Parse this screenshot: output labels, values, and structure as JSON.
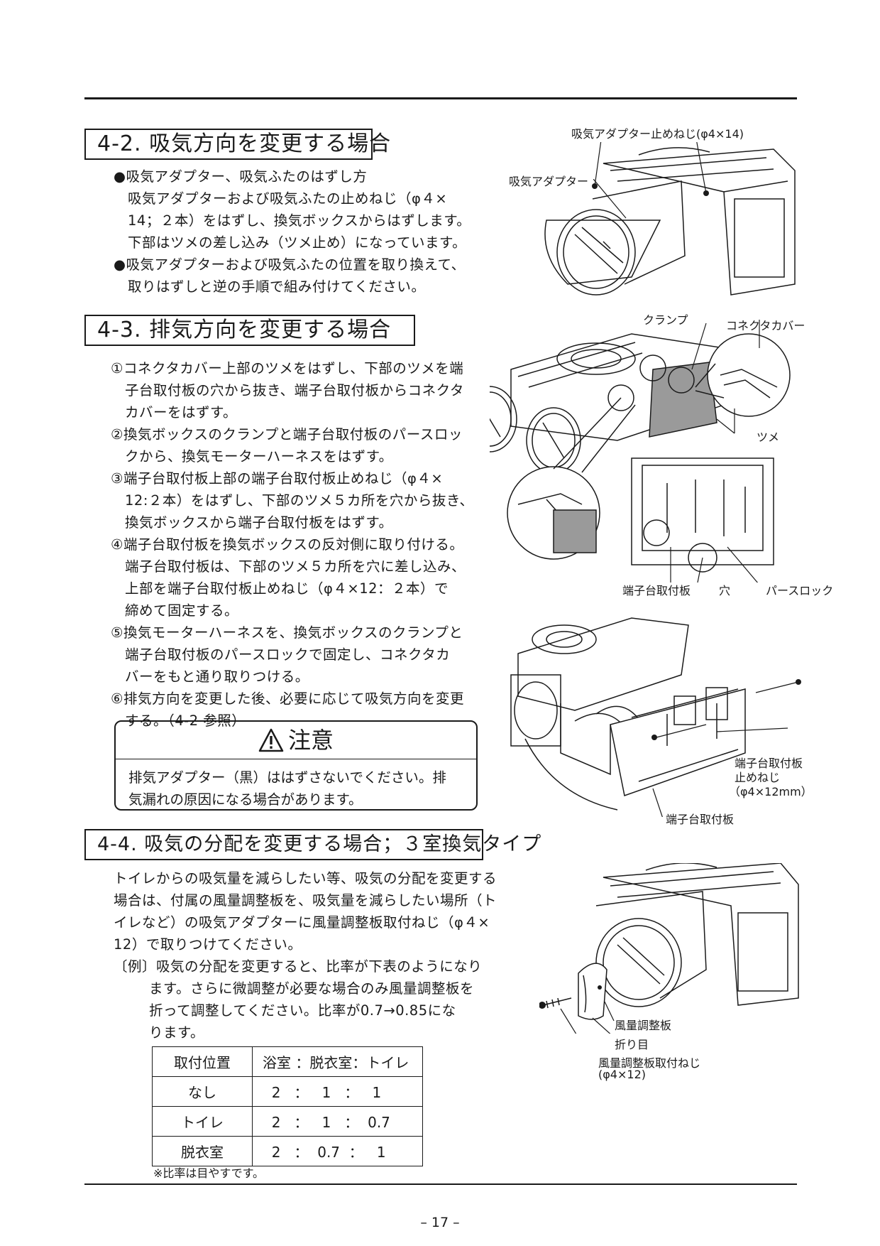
{
  "section_4_2": {
    "title": "4-2. 吸気方向を変更する場合",
    "lines": [
      "●吸気アダプター、吸気ふたのはずし方",
      "吸気アダプターおよび吸気ふたの止めねじ（φ４×",
      "14；２本）をはずし、換気ボックスからはずします。",
      "下部はツメの差し込み（ツメ止め）になっています。",
      "●吸気アダプターおよび吸気ふたの位置を取り換えて、",
      "取りはずしと逆の手順で組み付けてください。"
    ]
  },
  "section_4_3": {
    "title": "4-3. 排気方向を変更する場合",
    "lines": [
      "①コネクタカバー上部のツメをはずし、下部のツメを端",
      "子台取付板の穴から抜き、端子台取付板からコネクタ",
      "カバーをはずす。",
      "②換気ボックスのクランプと端子台取付板のパースロッ",
      "クから、換気モーターハーネスをはずす。",
      "③端子台取付板上部の端子台取付板止めねじ（φ４×",
      "12:２本）をはずし、下部のツメ５カ所を穴から抜き、",
      "換気ボックスから端子台取付板をはずす。",
      "④端子台取付板を換気ボックスの反対側に取り付ける。",
      "端子台取付板は、下部のツメ５カ所を穴に差し込み、",
      "上部を端子台取付板止めねじ（φ４×12：２本）で",
      "締めて固定する。",
      "⑤換気モーターハーネスを、換気ボックスのクランプと",
      "端子台取付板のパースロックで固定し、コネクタカ",
      "バーをもと通り取りつける。",
      "⑥排気方向を変更した後、必要に応じて吸気方向を変更",
      "する。（4-2 参照）"
    ]
  },
  "caution": {
    "heading": "注意",
    "lines": [
      "排気アダプター（黒）ははずさないでください。排",
      "気漏れの原因になる場合があります。"
    ]
  },
  "section_4_4": {
    "title": "4-4. 吸気の分配を変更する場合；３室換気タイプ",
    "lines": [
      "トイレからの吸気量を減らしたい等、吸気の分配を変更する",
      "場合は、付属の風量調整板を、吸気量を減らしたい場所（ト",
      "イレなど）の吸気アダプターに風量調整板取付ねじ（φ４×",
      "12）で取りつけてください。",
      "〔例〕吸気の分配を変更すると、比率が下表のようになり",
      "ます。さらに微調整が必要な場合のみ風量調整板を",
      "折って調整してください。比率が0.7→0.85にな",
      "ります。"
    ],
    "table": {
      "header": [
        "取付位置",
        "浴室 ：脱衣室：トイレ"
      ],
      "rows": [
        [
          "なし",
          "  2   ：   1   ：   1"
        ],
        [
          "トイレ",
          "  2   ：   1   ：  0.7"
        ],
        [
          "脱衣室",
          "  2   ：  0.7  ：   1"
        ]
      ]
    },
    "note": "※比率は目やすです。"
  },
  "figure_labels": {
    "fig1_screw": "吸気アダプター止めねじ(φ4×14)",
    "fig1_adapter": "吸気アダプター",
    "fig2_clamp": "クランプ",
    "fig2_connector_cover": "コネクタカバー",
    "fig2_tsume": "ツメ",
    "fig2_terminal_plate": "端子台取付板",
    "fig2_hole": "穴",
    "fig2_perslock": "パースロック",
    "fig3_screw_1": "端子台取付板",
    "fig3_screw_2": "止めねじ",
    "fig3_screw_3": "（φ4×12mm）",
    "fig3_plate": "端子台取付板",
    "fig4_damper": "風量調整板",
    "fig4_fold": "折り目",
    "fig4_screw_1": "風量調整板取付ねじ",
    "fig4_screw_2": "(φ4×12)"
  },
  "page_number": "– 17 –"
}
